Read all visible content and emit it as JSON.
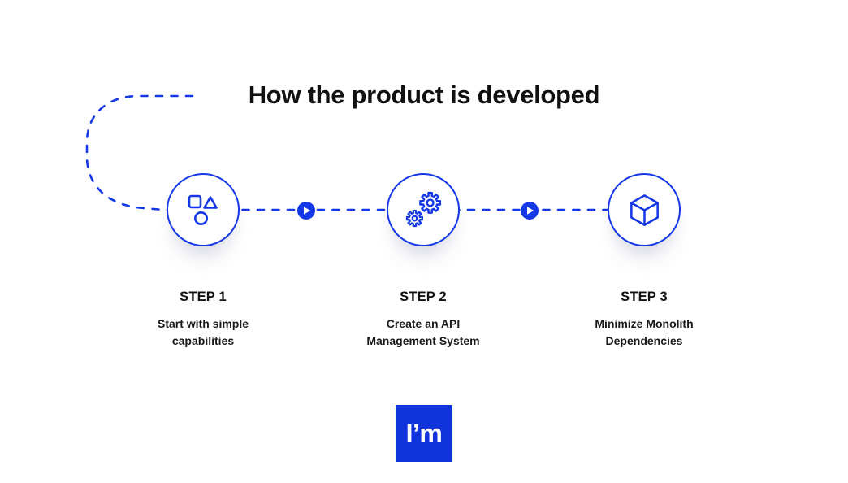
{
  "title": "How the product is developed",
  "colors": {
    "accent": "#1538E6",
    "logo_background": "#1133DB",
    "title_color": "#111111"
  },
  "steps": [
    {
      "label": "STEP 1",
      "description": "Start with simple capabilities",
      "icon": "shapes-icon"
    },
    {
      "label": "STEP 2",
      "description": "Create an API Management System",
      "icon": "gears-icon"
    },
    {
      "label": "STEP 3",
      "description": "Minimize Monolith Dependencies",
      "icon": "cube-icon"
    }
  ],
  "connector": {
    "style": "dashed",
    "play_markers": 2
  },
  "logo": {
    "text": "I’m"
  }
}
